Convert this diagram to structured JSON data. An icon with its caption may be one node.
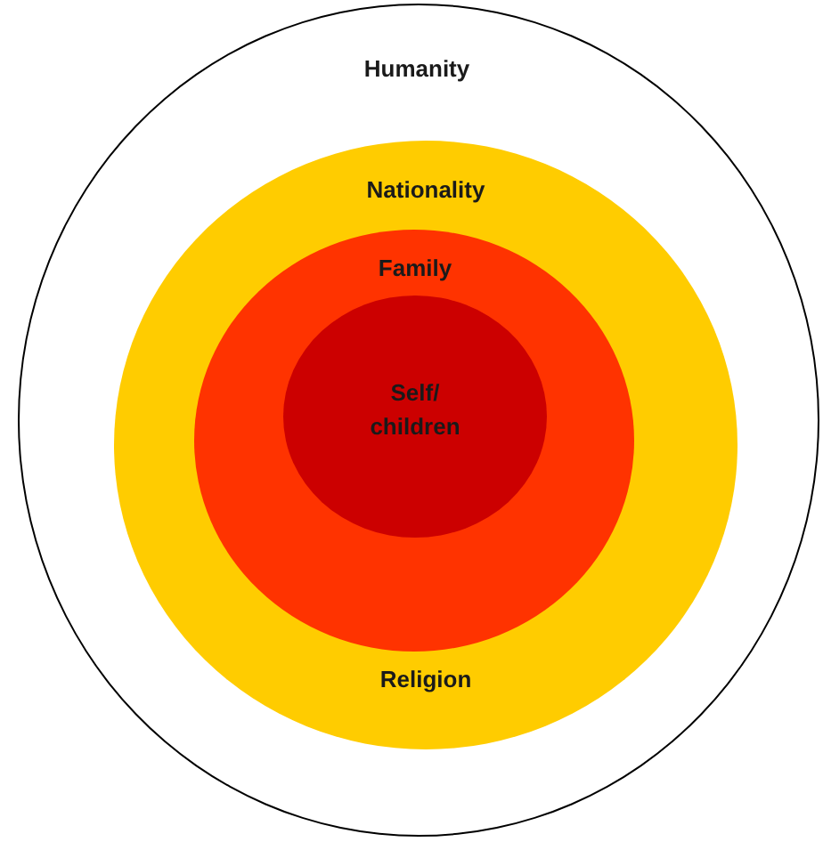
{
  "diagram": {
    "nodes": [
      {
        "text": [
          "Humanity"
        ]
      },
      {
        "text": [
          "Nationality",
          "Religion"
        ],
        "in": 0
      },
      {
        "text": [
          "Family"
        ],
        "in": 1
      },
      {
        "text": [
          "Self/ children"
        ],
        "in": 2
      }
    ]
  }
}
